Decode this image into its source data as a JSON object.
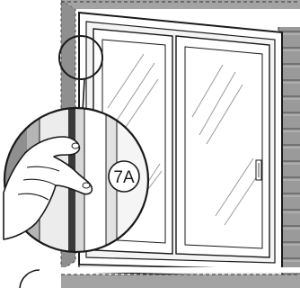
{
  "figure": {
    "step_label": "7A",
    "colors": {
      "line": "#1a1a1a",
      "wall": "#8f8f8f",
      "wall_light": "#b5b5b5",
      "glass_shade": "#cfcfcf",
      "background": "#ffffff"
    },
    "icons": [
      "hand-icon",
      "magnifier-circle",
      "step-badge"
    ]
  }
}
